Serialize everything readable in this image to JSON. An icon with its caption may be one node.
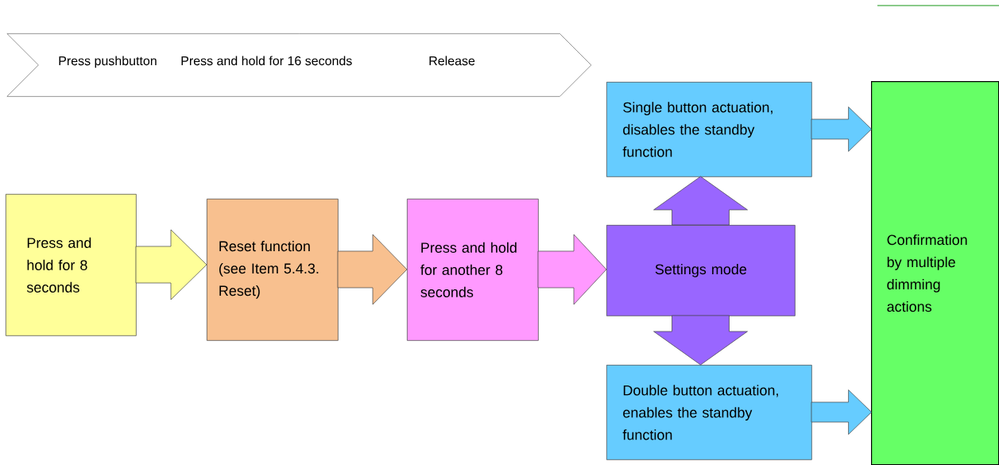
{
  "diagram": {
    "nodes": [
      {
        "text": [
          "Press pushbutton",
          "Press and hold for 16 seconds",
          "Release"
        ]
      },
      {
        "text": [
          "Press and hold for 8 seconds"
        ]
      },
      {
        "text": [
          "Reset function (see Item 5.4.3. Reset)"
        ]
      },
      {
        "text": [
          "Press and hold for another 8 seconds"
        ]
      },
      {
        "text": [
          "Settings mode"
        ]
      },
      {
        "text": [
          "Single button actuation, disables the standby function"
        ]
      },
      {
        "text": [
          "Double button actuation, enables the standby function"
        ]
      },
      {
        "text": [
          "Confirmation by multiple dimming actions"
        ]
      }
    ],
    "edges": [
      {
        "from": 1,
        "to": 2,
        "arrow": "to",
        "color": "#ffff99"
      },
      {
        "from": 2,
        "to": 3,
        "arrow": "to",
        "color": "#f8c08f"
      },
      {
        "from": 3,
        "to": 4,
        "arrow": "to",
        "color": "#ff99ff"
      },
      {
        "from": 4,
        "to": 5,
        "arrow": "to",
        "color": "#9966ff"
      },
      {
        "from": 4,
        "to": 6,
        "arrow": "to",
        "color": "#9966ff"
      },
      {
        "from": 5,
        "to": 7,
        "arrow": "to",
        "color": "#66ccff"
      },
      {
        "from": 6,
        "to": 7,
        "arrow": "to",
        "color": "#66ccff"
      }
    ]
  }
}
